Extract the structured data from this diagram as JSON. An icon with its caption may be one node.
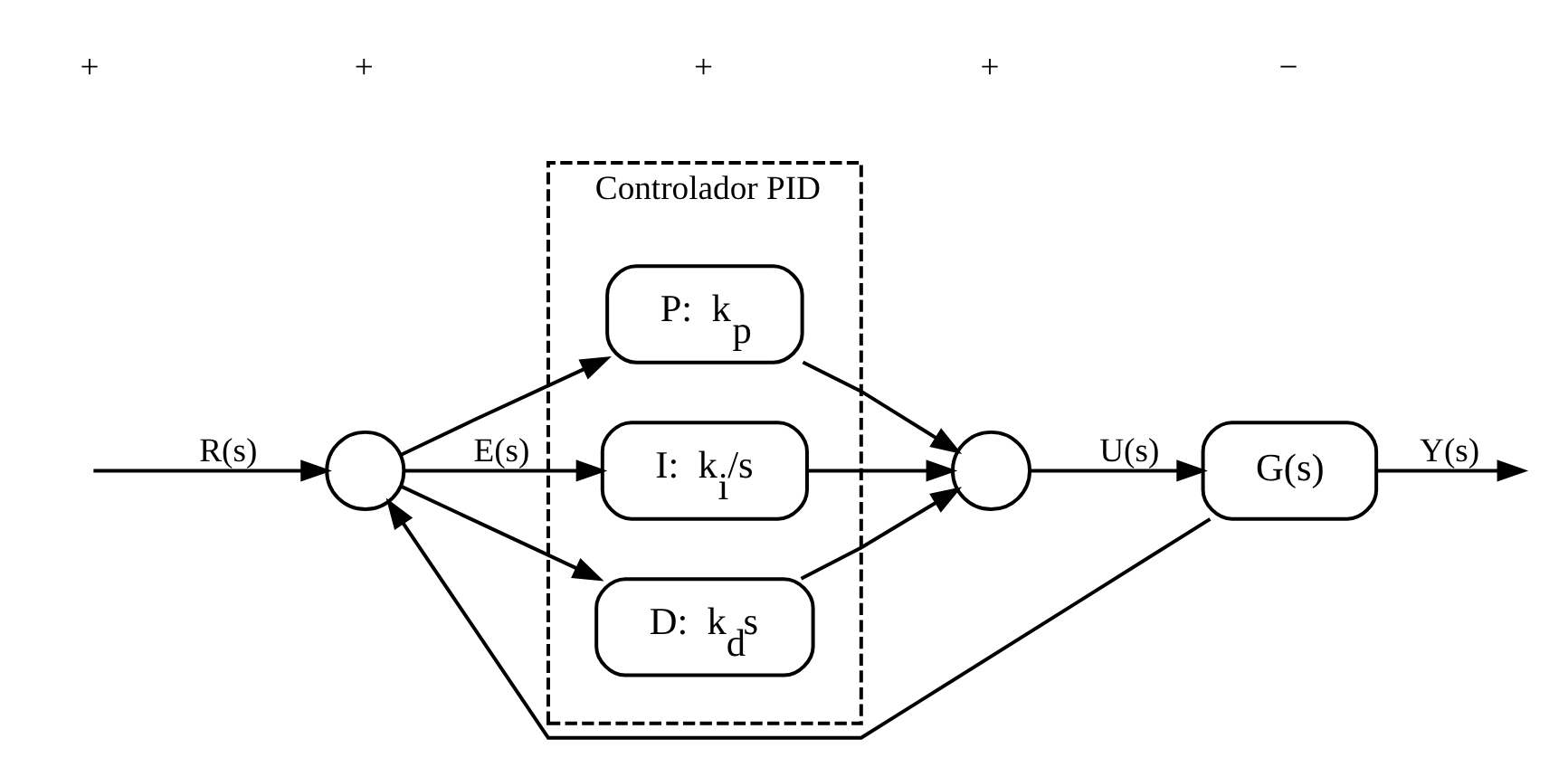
{
  "diagram": {
    "nodes": [
      {
        "text": [
          "Controlador PID"
        ]
      },
      {
        "text": [
          "P:  k$_{p}$"
        ],
        "in": 0
      },
      {
        "text": [
          "I:  k$_{i}$/s"
        ],
        "in": 0
      },
      {
        "text": [
          "D:  k$_{d}$s"
        ],
        "in": 0
      },
      {
        "text": [],
        "shape": "circle"
      },
      {
        "text": [],
        "shape": "circle"
      },
      {
        "text": [
          "G(s)"
        ]
      }
    ],
    "edges": [
      {
        "from": null,
        "to": 4,
        "arrow": "to",
        "label": "R(s)"
      },
      {
        "from": 4,
        "to": 1,
        "arrow": "to"
      },
      {
        "from": 4,
        "to": 2,
        "arrow": "to",
        "label": "E(s)"
      },
      {
        "from": 4,
        "to": 3,
        "arrow": "to"
      },
      {
        "from": 1,
        "to": 5,
        "arrow": "to"
      },
      {
        "from": 2,
        "to": 5,
        "arrow": "to"
      },
      {
        "from": 3,
        "to": 5,
        "arrow": "to"
      },
      {
        "from": 5,
        "to": 6,
        "arrow": "to",
        "label": "U(s)"
      },
      {
        "from": 6,
        "to": null,
        "arrow": "to",
        "label": "Y(s)"
      },
      {
        "from": 6,
        "to": 4,
        "arrow": "to"
      }
    ],
    "labels": [
      "+",
      "+",
      "+",
      "+",
      "−"
    ]
  }
}
